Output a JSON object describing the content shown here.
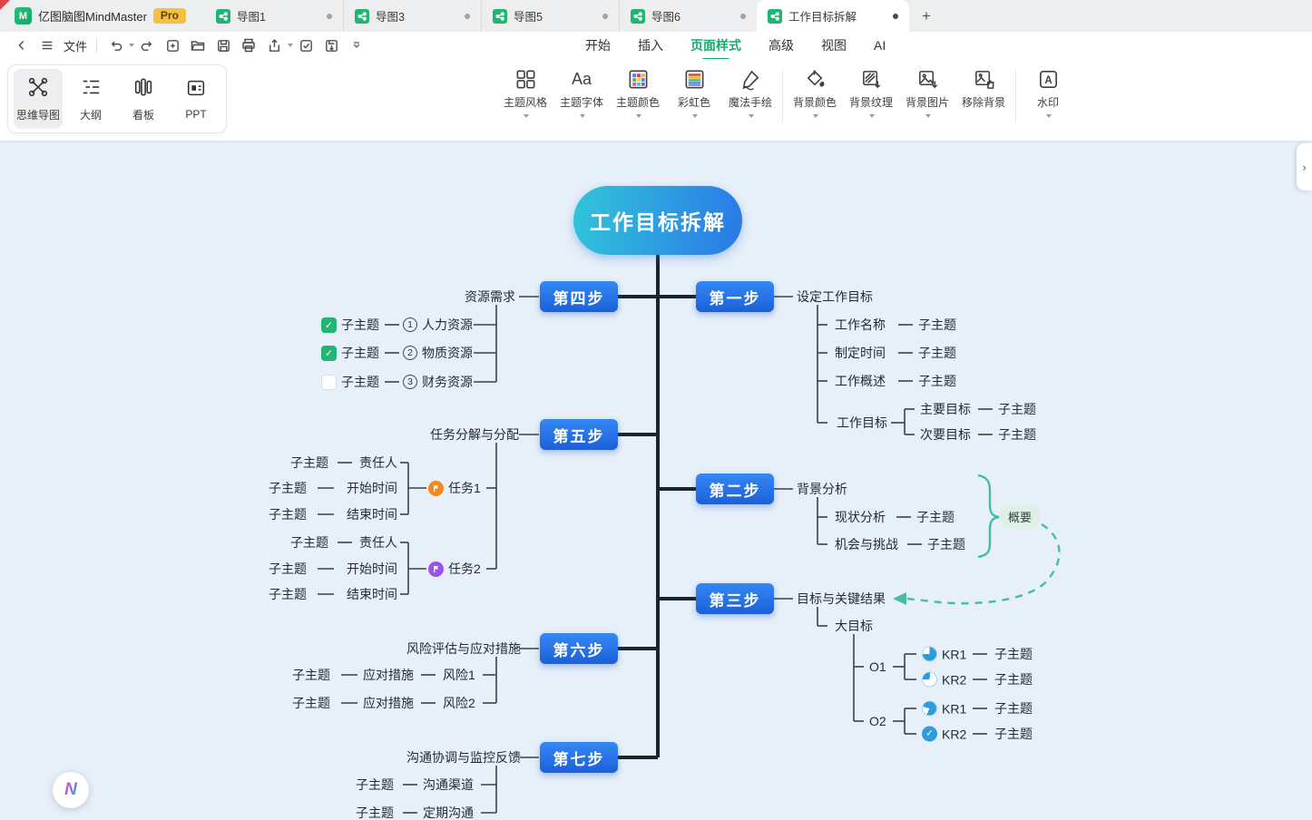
{
  "titlebar": {
    "app_name": "亿图脑图MindMaster",
    "pro_badge": "Pro",
    "tabs": [
      "导图1",
      "导图3",
      "导图5",
      "导图6",
      "工作目标拆解"
    ]
  },
  "quickbar": {
    "file": "文件"
  },
  "menu": {
    "items": [
      "开始",
      "插入",
      "页面样式",
      "高级",
      "视图",
      "AI"
    ],
    "active": "页面样式"
  },
  "viewbar": {
    "items": [
      "思维导图",
      "大纲",
      "看板",
      "PPT"
    ],
    "active": "思维导图"
  },
  "ribbon": {
    "items": [
      "主题风格",
      "主题字体",
      "主题颜色",
      "彩虹色",
      "魔法手绘",
      "背景颜色",
      "背景纹理",
      "背景图片",
      "移除背景",
      "水印"
    ]
  },
  "map": {
    "central": "工作目标拆解",
    "sub_topic": "子主题",
    "summary": "概要",
    "steps": [
      "第一步",
      "第二步",
      "第三步",
      "第四步",
      "第五步",
      "第六步",
      "第七步"
    ],
    "s1": {
      "topic": "设定工作目标",
      "k1": "工作名称",
      "k2": "制定时间",
      "k3": "工作概述",
      "goal": "工作目标",
      "g1": "主要目标",
      "g2": "次要目标"
    },
    "s2": {
      "topic": "背景分析",
      "k1": "现状分析",
      "k2": "机会与挑战"
    },
    "s3": {
      "topic": "目标与关键结果",
      "big": "大目标",
      "o1": "O1",
      "o2": "O2",
      "kr1": "KR1",
      "kr2": "KR2"
    },
    "s4": {
      "topic": "资源需求",
      "n1": "1",
      "n2": "2",
      "n3": "3",
      "k1": "人力资源",
      "k2": "物质资源",
      "k3": "财务资源"
    },
    "s5": {
      "topic": "任务分解与分配",
      "t1": "任务1",
      "t2": "任务2",
      "f1": "责任人",
      "f2": "开始时间",
      "f3": "结束时间"
    },
    "s6": {
      "topic": "风险评估与应对措施",
      "measure": "应对措施",
      "r1": "风险1",
      "r2": "风险2"
    },
    "s7": {
      "topic": "沟通协调与监控反馈",
      "k1": "沟通渠道",
      "k2": "定期沟通"
    }
  },
  "colors": {
    "accent_green": "#0FAF70",
    "node_blue": "#1B60DA",
    "central_teal": "#31C6D8",
    "summary_teal": "#45BCA3",
    "check_green": "#22B573",
    "task_orange": "#F5881F",
    "task_purple": "#9B55E6",
    "kr_blue": "#2D9CDB",
    "pro_badge_bg": "#F2C140"
  }
}
